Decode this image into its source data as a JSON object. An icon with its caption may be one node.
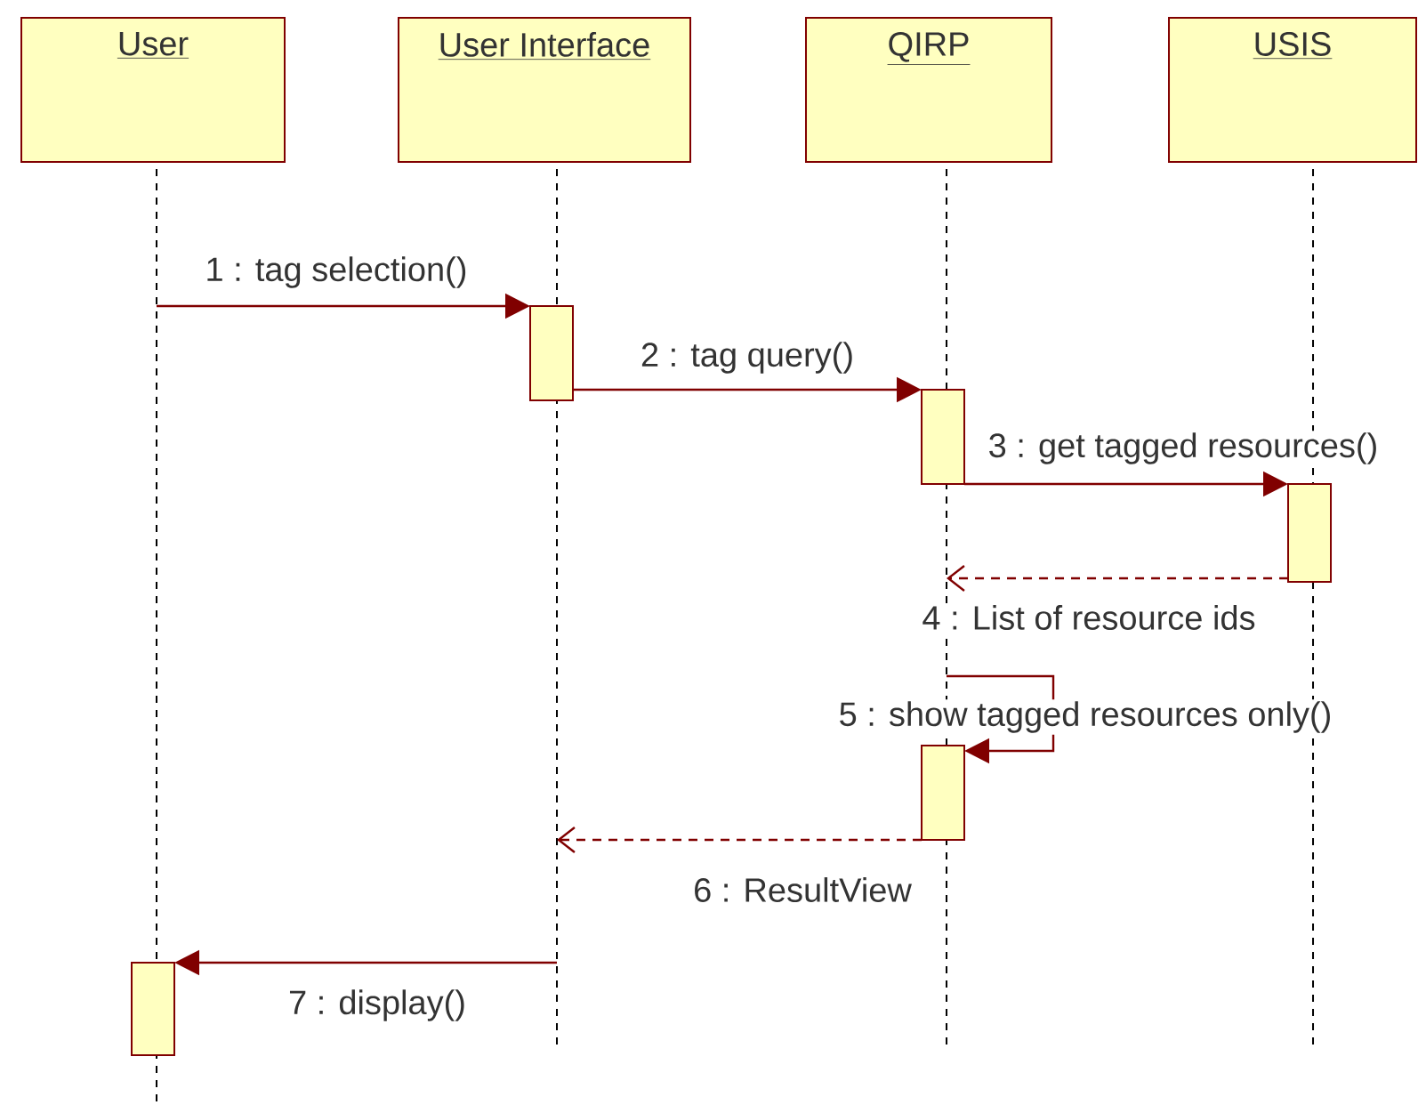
{
  "diagram": {
    "nodes": [
      {
        "text": [
          "User"
        ]
      },
      {
        "text": [
          "User Interface"
        ]
      },
      {
        "text": [
          "QIRP"
        ]
      },
      {
        "text": [
          "USIS"
        ]
      },
      {
        "text": [],
        "shape": "bar"
      },
      {
        "text": [],
        "shape": "bar"
      },
      {
        "text": [],
        "shape": "bar"
      },
      {
        "text": [],
        "shape": "bar"
      },
      {
        "text": [],
        "shape": "bar"
      }
    ],
    "edges": [
      {
        "from": null,
        "to": 4,
        "arrow": "to",
        "label": "1 : tag selection()"
      },
      {
        "from": 4,
        "to": 5,
        "arrow": "to",
        "label": "2 : tag query()"
      },
      {
        "from": 5,
        "to": 6,
        "arrow": "to",
        "label": "3 : get tagged resources()"
      },
      {
        "from": 6,
        "to": null,
        "arrow": "to",
        "style": "dashed",
        "label": "4 : List of resource ids"
      },
      {
        "from": null,
        "to": 7,
        "arrow": "to",
        "label": "5 : show tagged resources only()"
      },
      {
        "from": 7,
        "to": null,
        "arrow": "to",
        "style": "dashed",
        "label": "6 : ResultView"
      },
      {
        "from": null,
        "to": 8,
        "arrow": "to",
        "label": "7 : display()"
      }
    ]
  }
}
